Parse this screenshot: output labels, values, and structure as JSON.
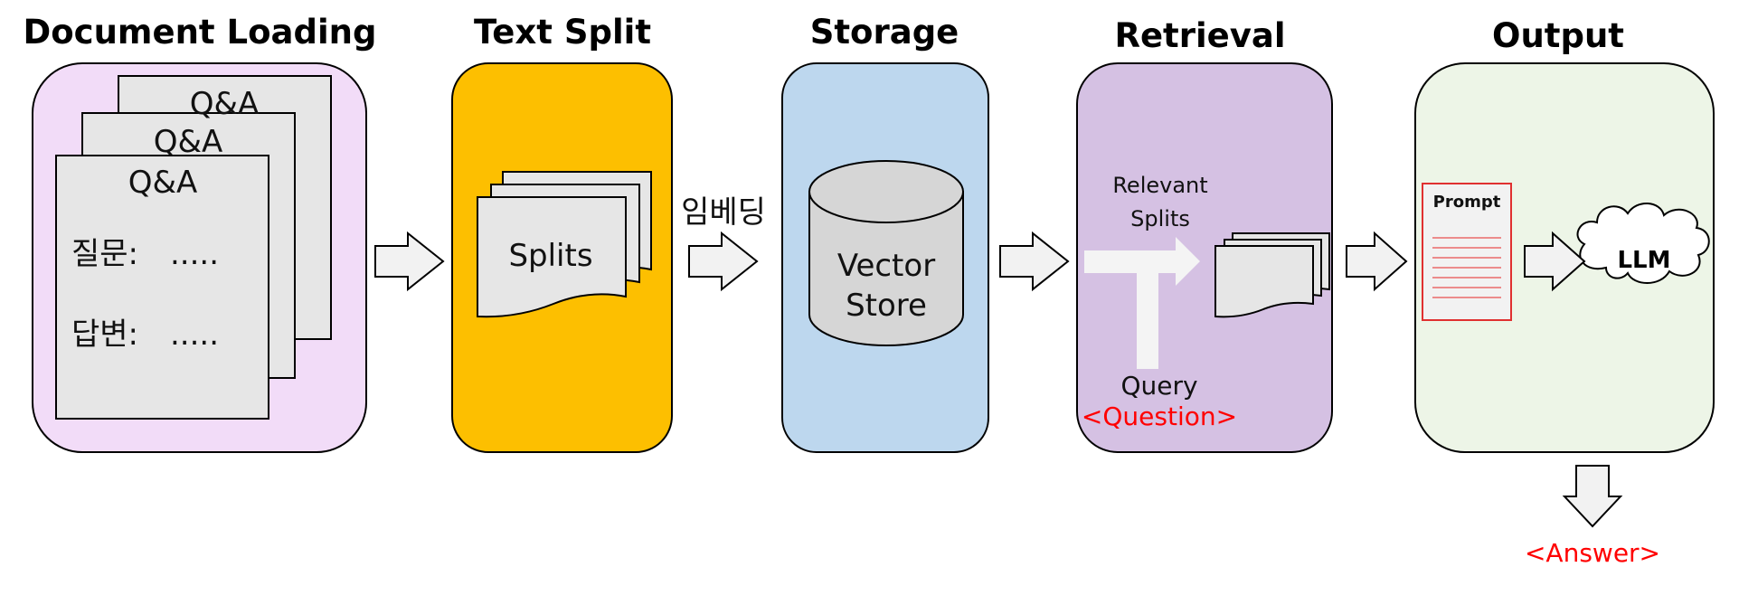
{
  "stages": [
    {
      "title": "Document Loading",
      "color": "#f2dcf8"
    },
    {
      "title": "Text Split",
      "color": "#fdbf00"
    },
    {
      "title": "Storage",
      "color": "#bdd7ee"
    },
    {
      "title": "Retrieval",
      "color": "#d5c1e3"
    },
    {
      "title": "Output",
      "color": "#edf5e7"
    }
  ],
  "document": {
    "page_titles": [
      "Q&A",
      "Q&A",
      "Q&A"
    ],
    "question_label": "질문:",
    "question_dots": ".....",
    "answer_label": "답변:",
    "answer_dots": "....."
  },
  "split": {
    "label": "Splits"
  },
  "embedding_label": "임베딩",
  "storage": {
    "line1": "Vector",
    "line2": "Store"
  },
  "retrieval": {
    "relevant_line1": "Relevant",
    "relevant_line2": "Splits",
    "query_label": "Query",
    "question_tag": "<Question>"
  },
  "output": {
    "prompt_label": "Prompt",
    "llm_label": "LLM",
    "answer_tag": "<Answer>"
  },
  "colors": {
    "highlight": "#ff0000",
    "prompt_border": "#e03030",
    "arrow_fill": "#f2f2f2"
  },
  "icons": [
    "document-stack-icon",
    "splits-stack-icon",
    "cylinder-database-icon",
    "query-arrow-icon",
    "prompt-document-icon",
    "cloud-icon",
    "right-arrow-icon",
    "down-arrow-icon"
  ]
}
